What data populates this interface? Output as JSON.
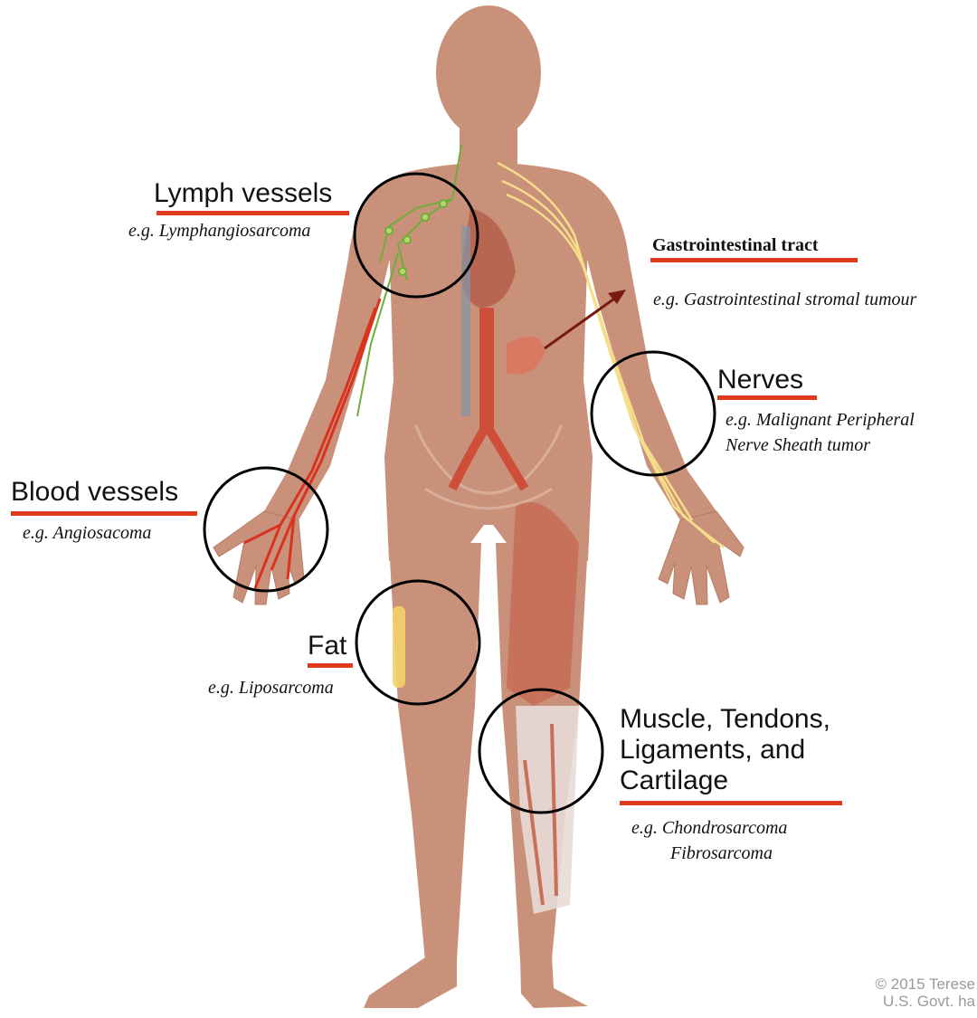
{
  "labels": {
    "lymph": {
      "title": "Lymph vessels",
      "example": "e.g. Lymphangiosarcoma"
    },
    "gi": {
      "title": "Gastrointestinal tract",
      "example": "e.g. Gastrointestinal stromal tumour"
    },
    "nerves": {
      "title": "Nerves",
      "example_line1": "e.g. Malignant Peripheral",
      "example_line2": "Nerve Sheath tumor"
    },
    "blood": {
      "title": "Blood vessels",
      "example": "e.g. Angiosacoma"
    },
    "fat": {
      "title": "Fat",
      "example": "e.g. Liposarcoma"
    },
    "muscle": {
      "title_line1": "Muscle, Tendons,",
      "title_line2": "Ligaments, and",
      "title_line3": "Cartilage",
      "example_line1": "e.g. Chondrosarcoma",
      "example_line2": "Fibrosarcoma"
    }
  },
  "copyright": {
    "line1": "© 2015 Terese",
    "line2": "U.S. Govt. ha"
  },
  "colors": {
    "skin": "#c9917a",
    "underline": "#e03a1e",
    "artery": "#d9331f",
    "nerve": "#f5dd8a",
    "lymph": "#6fae3a",
    "muscle": "#c7705a",
    "arrow": "#7a1a10"
  }
}
